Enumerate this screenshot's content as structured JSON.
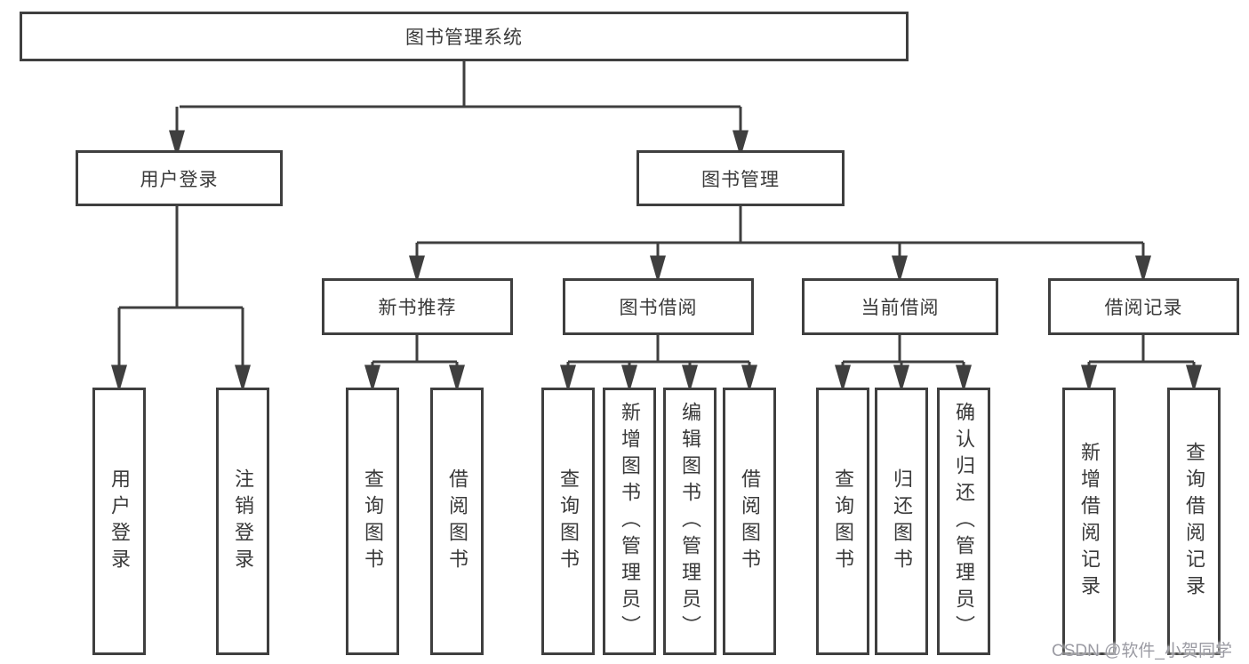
{
  "tree": {
    "label": "图书管理系统",
    "children": [
      {
        "label": "用户登录",
        "children": [
          {
            "label": "用户登录"
          },
          {
            "label": "注销登录"
          }
        ]
      },
      {
        "label": "图书管理",
        "children": [
          {
            "label": "新书推荐",
            "children": [
              {
                "label": "查询图书"
              },
              {
                "label": "借阅图书"
              }
            ]
          },
          {
            "label": "图书借阅",
            "children": [
              {
                "label": "查询图书"
              },
              {
                "label": "新增图书（管理员）"
              },
              {
                "label": "编辑图书（管理员）"
              },
              {
                "label": "借阅图书"
              }
            ]
          },
          {
            "label": "当前借阅",
            "children": [
              {
                "label": "查询图书"
              },
              {
                "label": "归还图书"
              },
              {
                "label": "确认归还（管理员）"
              }
            ]
          },
          {
            "label": "借阅记录",
            "children": [
              {
                "label": "新增借阅记录"
              },
              {
                "label": "查询借阅记录"
              }
            ]
          }
        ]
      }
    ]
  },
  "watermark": {
    "text": "CSDN @软件_小贺同学"
  },
  "colors": {
    "line": "#3f3f3f",
    "text": "#3a3a3a",
    "background": "#ffffff",
    "watermark": "#9b9ba3"
  }
}
